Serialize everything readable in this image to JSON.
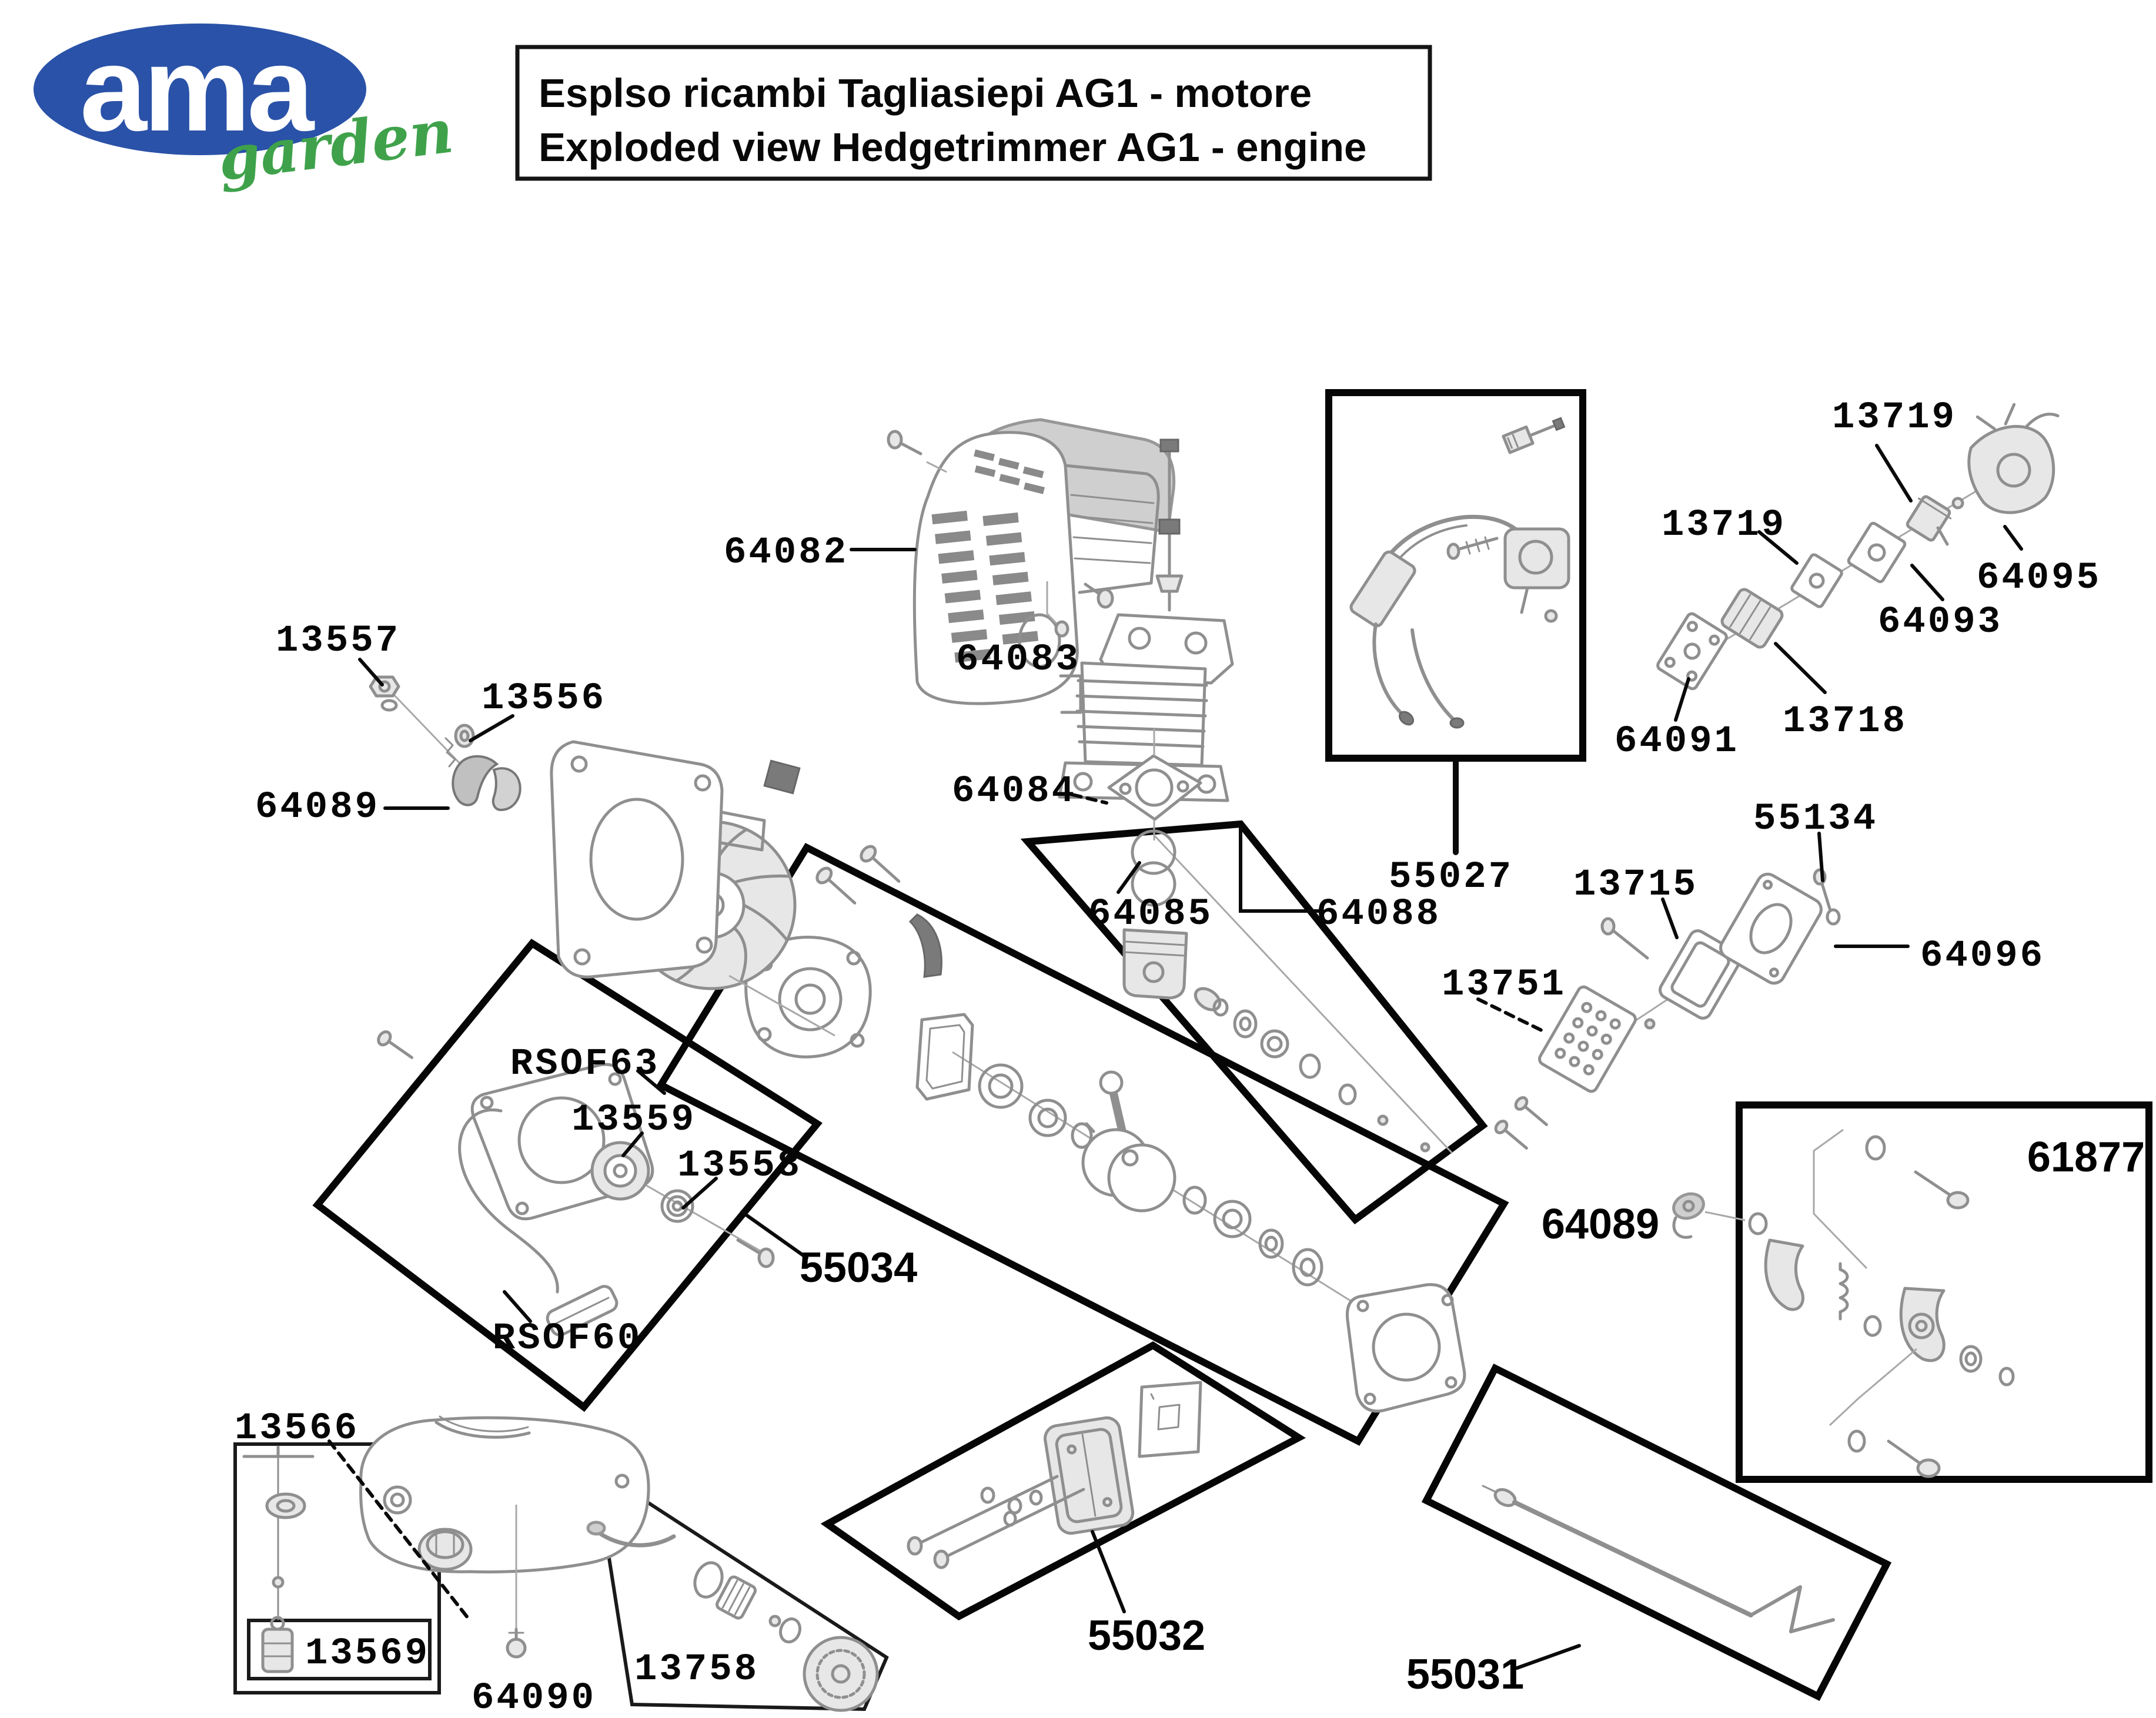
{
  "header": {
    "logo": {
      "brand": "ama",
      "subbrand": "garden"
    },
    "title_line1": "Esplso ricambi Tagliasiepi AG1 - motore",
    "title_line2": "Exploded view Hedgetrimmer AG1 - engine"
  },
  "colors": {
    "logo_blue": "#2a52a8",
    "logo_green": "#3fa24b",
    "drawing_gray": "#8f8f8f",
    "outline_black": "#060606",
    "background": "#ffffff"
  },
  "parts": {
    "labels": [
      {
        "id": "13557",
        "text": "13557"
      },
      {
        "id": "13556",
        "text": "13556"
      },
      {
        "id": "64089-left",
        "text": "64089"
      },
      {
        "id": "64082",
        "text": "64082"
      },
      {
        "id": "64083",
        "text": "64083"
      },
      {
        "id": "64084",
        "text": "64084"
      },
      {
        "id": "64085",
        "text": "64085"
      },
      {
        "id": "64088",
        "text": "64088"
      },
      {
        "id": "55027",
        "text": "55027"
      },
      {
        "id": "13719-top",
        "text": "13719"
      },
      {
        "id": "13719-left",
        "text": "13719"
      },
      {
        "id": "64095",
        "text": "64095"
      },
      {
        "id": "64093",
        "text": "64093"
      },
      {
        "id": "64091",
        "text": "64091"
      },
      {
        "id": "13718",
        "text": "13718"
      },
      {
        "id": "55134",
        "text": "55134"
      },
      {
        "id": "13715",
        "text": "13715"
      },
      {
        "id": "64096",
        "text": "64096"
      },
      {
        "id": "13751",
        "text": "13751"
      },
      {
        "id": "RSOF63",
        "text": "RSOF63"
      },
      {
        "id": "13559",
        "text": "13559"
      },
      {
        "id": "13558",
        "text": "13558"
      },
      {
        "id": "55034",
        "text": "55034"
      },
      {
        "id": "RSOF60",
        "text": "RSOF60"
      },
      {
        "id": "61877",
        "text": "61877"
      },
      {
        "id": "64089-right",
        "text": "64089"
      },
      {
        "id": "13566",
        "text": "13566"
      },
      {
        "id": "13569",
        "text": "13569"
      },
      {
        "id": "64090",
        "text": "64090"
      },
      {
        "id": "13758",
        "text": "13758"
      },
      {
        "id": "55032",
        "text": "55032"
      },
      {
        "id": "55031",
        "text": "55031"
      }
    ]
  }
}
